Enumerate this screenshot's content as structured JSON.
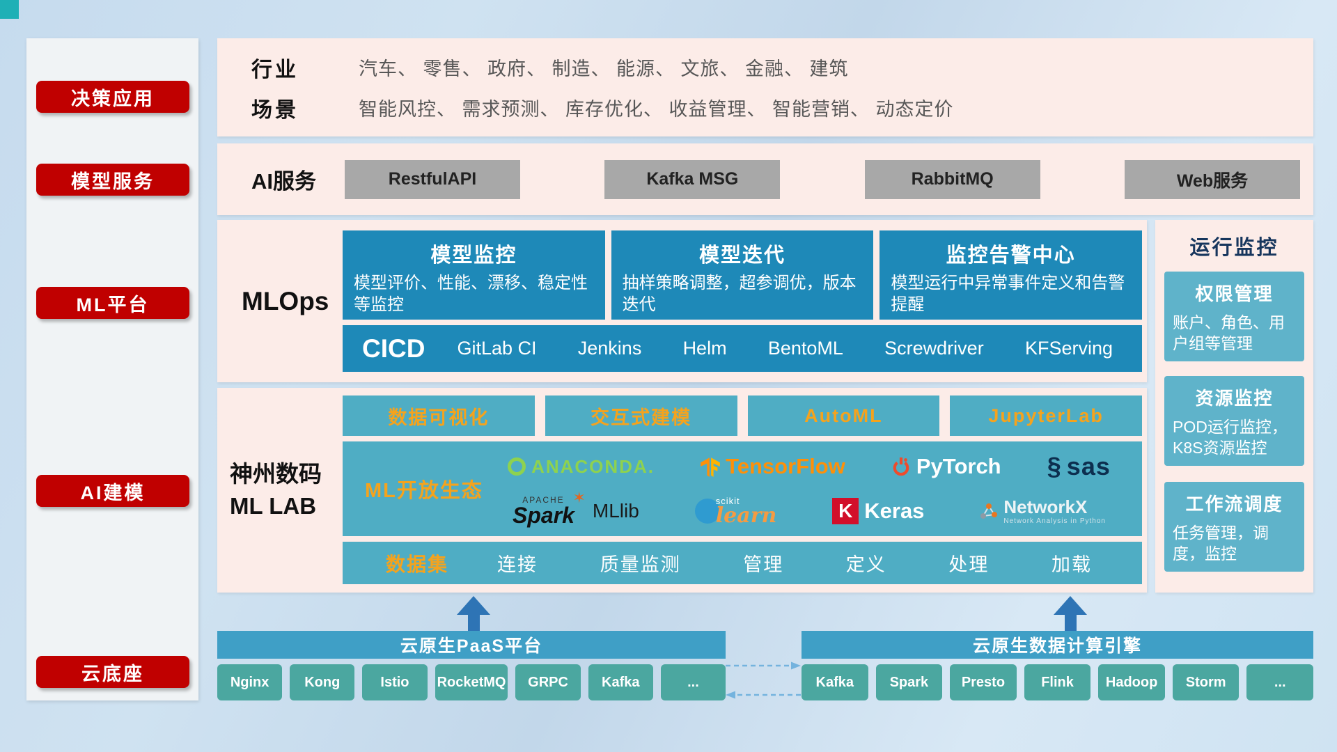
{
  "colors": {
    "badge_red": "#c00000",
    "panel_pink": "#fcece8",
    "card_blue": "#1e89b8",
    "teal": "#4fadc4",
    "teal_light": "#5fb3ca",
    "accent_orange": "#f5a31d",
    "button_gray": "#a8a8a8",
    "bottom_teal_green": "#4ba7a0",
    "header_teal": "#3f9fc6",
    "arrow_blue": "#2e74b5"
  },
  "sidebar": {
    "items": [
      {
        "label": "决策应用"
      },
      {
        "label": "模型服务"
      },
      {
        "label": "ML平台"
      },
      {
        "label": "AI建模"
      },
      {
        "label": "云底座"
      }
    ]
  },
  "industry": {
    "row1_label": "行业",
    "row1_text": "汽车、 零售、 政府、 制造、 能源、 文旅、 金融、 建筑",
    "row2_label": "场景",
    "row2_text": "智能风控、 需求预测、 库存优化、 收益管理、 智能营销、 动态定价"
  },
  "ai_service": {
    "label": "AI服务",
    "buttons": [
      "RestfulAPI",
      "Kafka MSG",
      "RabbitMQ",
      "Web服务"
    ]
  },
  "mlops": {
    "label": "MLOps",
    "cards": [
      {
        "title": "模型监控",
        "desc": "模型评价、性能、漂移、稳定性等监控"
      },
      {
        "title": "模型迭代",
        "desc": "抽样策略调整，超参调优，版本迭代"
      },
      {
        "title": "监控告警中心",
        "desc": "模型运行中异常事件定义和告警提醒"
      }
    ],
    "cicd_label": "CICD",
    "cicd_items": [
      "GitLab CI",
      "Jenkins",
      "Helm",
      "BentoML",
      "Screwdriver",
      "KFServing"
    ]
  },
  "monitoring": {
    "title": "运行监控",
    "cards": [
      {
        "title": "权限管理",
        "desc": "账户、角色、用户组等管理"
      },
      {
        "title": "资源监控",
        "desc": "POD运行监控，K8S资源监控"
      },
      {
        "title": "工作流调度",
        "desc": "任务管理，调度，监控"
      }
    ]
  },
  "mllab": {
    "label_line1": "神州数码",
    "label_line2": "ML LAB",
    "tools": [
      "数据可视化",
      "交互式建模",
      "AutoML",
      "JupyterLab"
    ],
    "ecosystem_label": "ML开放生态",
    "logos": {
      "anaconda": "ANACONDA.",
      "tensorflow": "TensorFlow",
      "pytorch": "PyTorch",
      "sas": "sas",
      "apache": "APACHE",
      "spark": "Spark",
      "mllib": "MLlib",
      "scikit": "scikit",
      "learn": "learn",
      "keras_k": "K",
      "keras": "Keras",
      "networkx": "NetworkX",
      "networkx_sub": "Network Analysis in Python"
    },
    "dataset_label": "数据集",
    "dataset_items": [
      "连接",
      "质量监测",
      "管理",
      "定义",
      "处理",
      "加载"
    ]
  },
  "cloud": {
    "paas_title": "云原生PaaS平台",
    "paas_items": [
      "Nginx",
      "Kong",
      "Istio",
      "RocketMQ",
      "GRPC",
      "Kafka",
      "..."
    ],
    "engine_title": "云原生数据计算引擎",
    "engine_items": [
      "Kafka",
      "Spark",
      "Presto",
      "Flink",
      "Hadoop",
      "Storm",
      "..."
    ]
  }
}
